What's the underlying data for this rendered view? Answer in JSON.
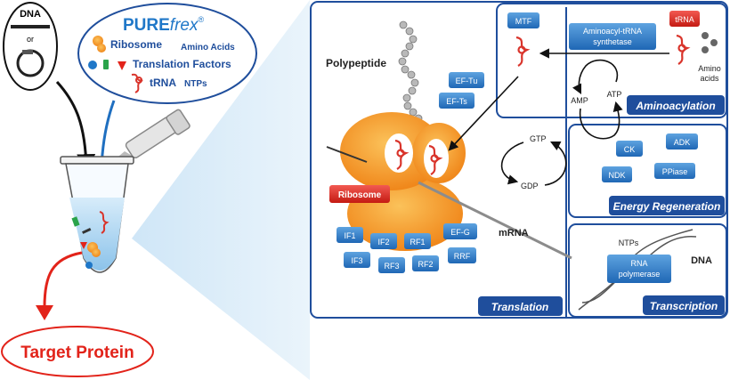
{
  "colors": {
    "blue_dark": "#1f4e9c",
    "blue_label": "#1f77c8",
    "red": "#e2231a",
    "orange": "#f39a1e",
    "gray": "#8c8c8c"
  },
  "source": {
    "dna_label": "DNA",
    "or_label": "or"
  },
  "kit": {
    "brand_prefix": "PURE",
    "brand_suffix": "frex",
    "trademark": "®",
    "ribosome": "Ribosome",
    "amino_acids": "Amino Acids",
    "translation_factors": "Translation Factors",
    "trna": "tRNA",
    "ntps": "NTPs"
  },
  "output": {
    "target_protein": "Target Protein"
  },
  "translation": {
    "panel_label": "Translation",
    "polypeptide": "Polypeptide",
    "ribosome_label": "Ribosome",
    "mrna": "mRNA",
    "factors": [
      "EF-Tu",
      "EF-Ts",
      "IF1",
      "IF2",
      "RF1",
      "EF-G",
      "IF3",
      "RF3",
      "RF2",
      "RRF"
    ]
  },
  "aminoacylation": {
    "panel_label": "Aminoacylation",
    "mtf": "MTF",
    "synthetase_line1": "Aminoacyl-tRNA",
    "synthetase_line2": "synthetase",
    "trna": "tRNA",
    "amino_line1": "Amino",
    "amino_line2": "acids",
    "amp": "AMP",
    "atp": "ATP"
  },
  "energy": {
    "panel_label": "Energy Regeneration",
    "gtp": "GTP",
    "gdp": "GDP",
    "enzymes": [
      "CK",
      "ADK",
      "NDK",
      "PPiase"
    ]
  },
  "transcription": {
    "panel_label": "Transcription",
    "ntps": "NTPs",
    "dna": "DNA",
    "pol_line1": "RNA",
    "pol_line2": "polymerase"
  }
}
